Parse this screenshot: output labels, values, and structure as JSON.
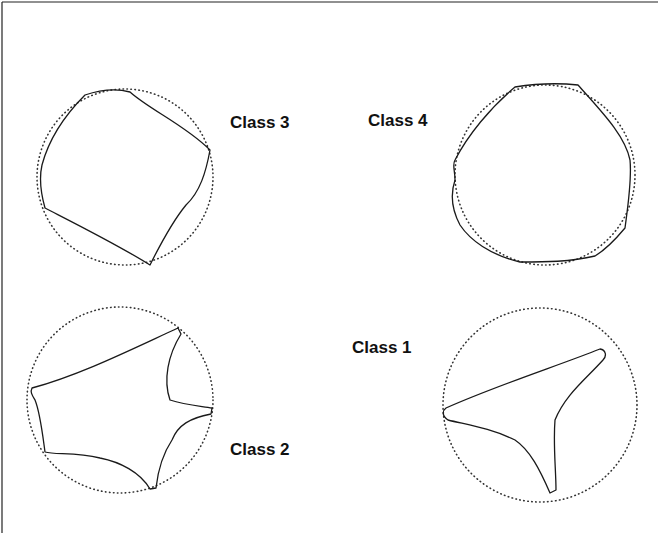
{
  "diagram": {
    "labels": [
      "Class 3",
      "Class 4",
      "Class 2",
      "Class 1"
    ]
  }
}
